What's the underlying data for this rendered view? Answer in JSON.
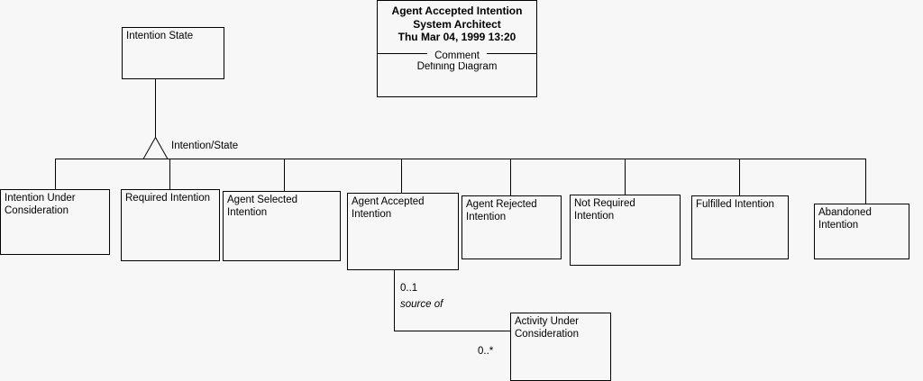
{
  "diagram": {
    "title_note": {
      "name": "Agent Accepted Intention",
      "author": "System Architect",
      "timestamp": "Thu Mar 04, 1999  13:20",
      "section_label": "Comment",
      "comment": "Defining Diagram"
    },
    "superclass": {
      "label": "Intention State"
    },
    "generalization": {
      "label": "Intention/State",
      "icon": "hollow-triangle"
    },
    "subclasses": [
      {
        "id": "intention-under-consideration",
        "label": "Intention Under\nConsideration"
      },
      {
        "id": "required-intention",
        "label": "Required Intention"
      },
      {
        "id": "agent-selected-intention",
        "label": "Agent Selected\nIntention"
      },
      {
        "id": "agent-accepted-intention",
        "label": "Agent Accepted\nIntention"
      },
      {
        "id": "agent-rejected-intention",
        "label": "Agent Rejected\nIntention"
      },
      {
        "id": "not-required-intention",
        "label": "Not Required\nIntention"
      },
      {
        "id": "fulfilled-intention",
        "label": "Fulfilled Intention"
      },
      {
        "id": "abandoned-intention",
        "label": "Abandoned\nIntention"
      }
    ],
    "association": {
      "source_class": "Agent Accepted Intention",
      "target_class": "Activity Under Consideration",
      "source_multiplicity": "0..1",
      "role_label": "source of",
      "target_multiplicity": "0..*"
    },
    "related_class": {
      "label": "Activity Under\nConsideration"
    },
    "colors": {
      "background": "#f7f7f7",
      "line": "#000000",
      "box_fill": "#f7f7f7",
      "text": "#000000"
    }
  }
}
